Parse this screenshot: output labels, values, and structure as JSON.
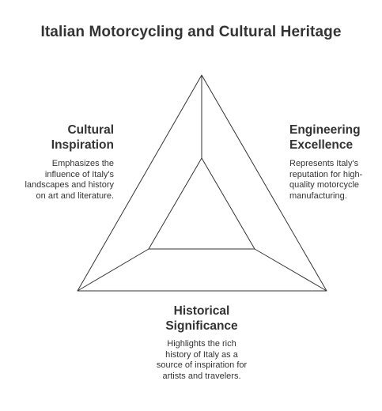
{
  "title": "Italian Motorcycling and Cultural Heritage",
  "sections": {
    "cultural": {
      "heading": [
        "Cultural",
        "Inspiration"
      ],
      "description": [
        "Emphasizes the",
        "influence of Italy's",
        "landscapes and history",
        "on art and literature."
      ]
    },
    "engineering": {
      "heading": [
        "Engineering",
        "Excellence"
      ],
      "description": [
        "Represents Italy's",
        "reputation for high-",
        "quality motorcycle",
        "manufacturing."
      ]
    },
    "historical": {
      "heading": [
        "Historical",
        "Significance"
      ],
      "description": [
        "Highlights the rich",
        "history of Italy as a",
        "source of inspiration for",
        "artists and travelers."
      ]
    }
  },
  "colors": {
    "stroke": "#333333",
    "text": "#333333",
    "background": "#ffffff"
  }
}
